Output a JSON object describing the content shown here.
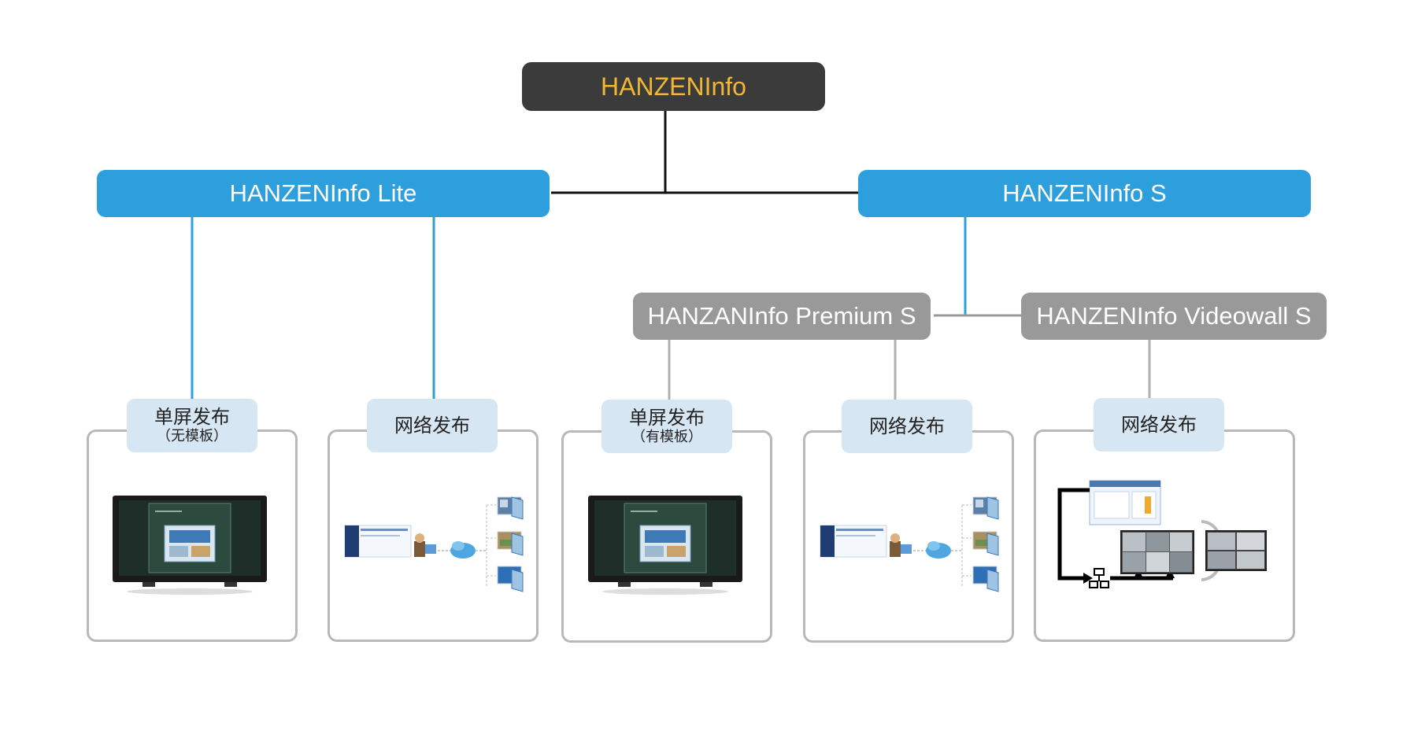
{
  "root": {
    "label": "HANZENInfo"
  },
  "products": {
    "lite": {
      "label": "HANZENInfo Lite"
    },
    "s": {
      "label": "HANZENInfo S"
    }
  },
  "editions": {
    "premium": {
      "label": "HANZANInfo Premium S"
    },
    "videowall": {
      "label": "HANZENInfo Videowall S"
    }
  },
  "panels": [
    {
      "title": "单屏发布",
      "note": "（无模板）"
    },
    {
      "title": "网络发布",
      "note": ""
    },
    {
      "title": "单屏发布",
      "note": "（有模板）"
    },
    {
      "title": "网络发布",
      "note": ""
    },
    {
      "title": "网络发布",
      "note": ""
    }
  ],
  "colors": {
    "root_bg": "#3b3b3b",
    "root_text": "#f2b632",
    "product_bg": "#2c9fdc",
    "edition_bg": "#999999",
    "tag_bg": "#d6e6f2",
    "panel_border": "#b8b8b8"
  }
}
